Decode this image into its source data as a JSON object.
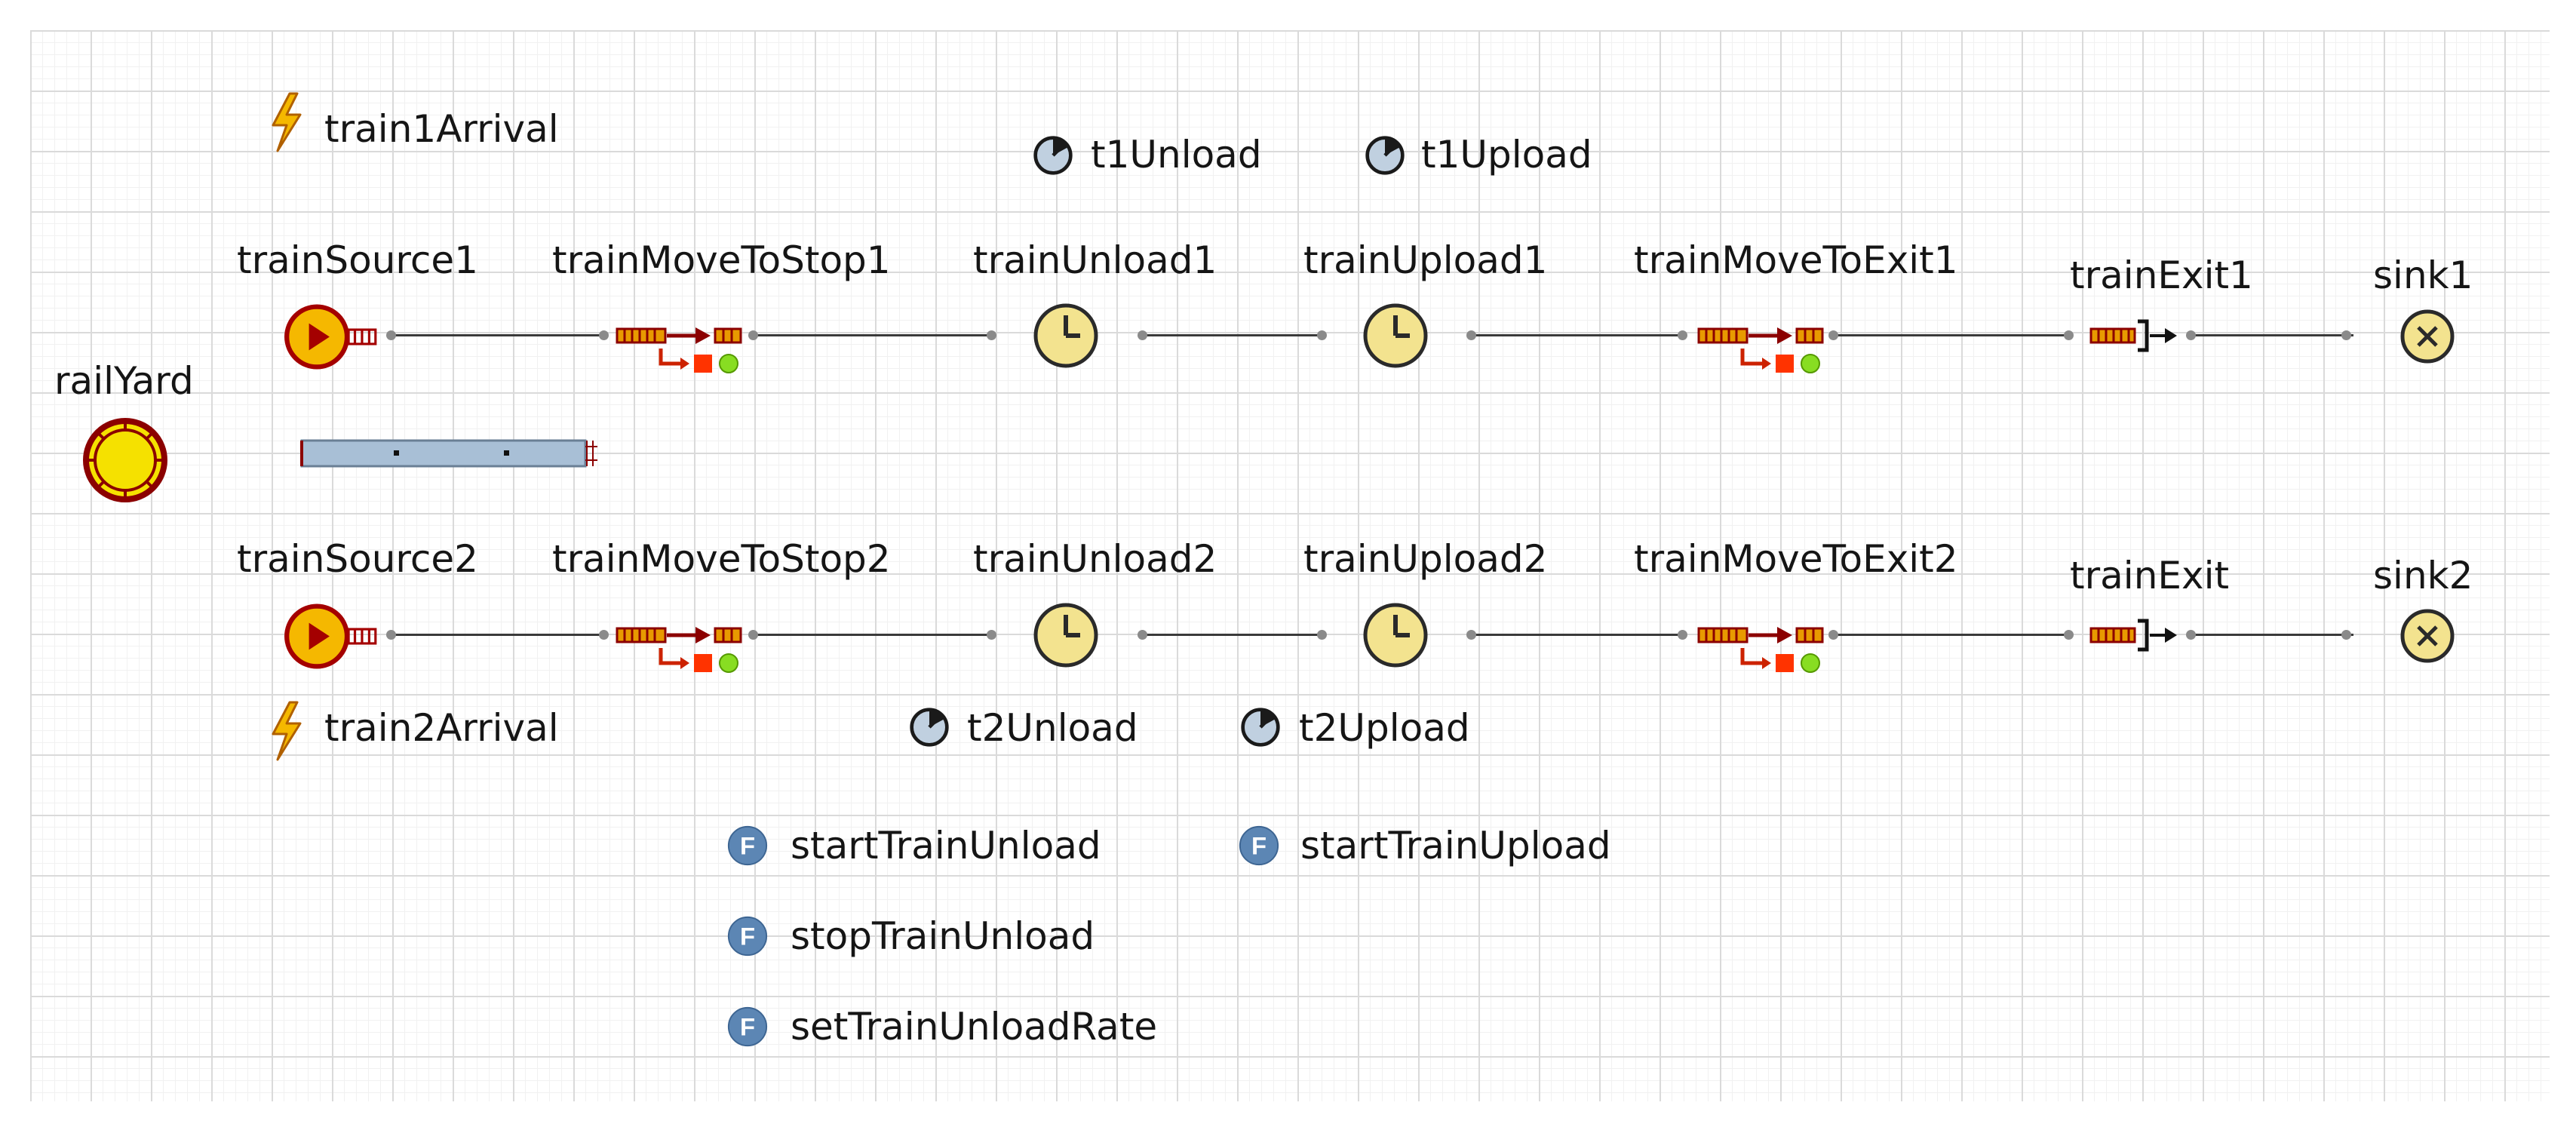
{
  "events": {
    "train1": {
      "label": "train1Arrival",
      "icon": "lightning-icon"
    },
    "train2": {
      "label": "train2Arrival",
      "icon": "lightning-icon"
    }
  },
  "dynamic_events": {
    "t1_unload": {
      "label": "t1Unload",
      "icon": "timer-icon"
    },
    "t1_upload": {
      "label": "t1Upload",
      "icon": "timer-icon"
    },
    "t2_unload": {
      "label": "t2Unload",
      "icon": "timer-icon"
    },
    "t2_upload": {
      "label": "t2Upload",
      "icon": "timer-icon"
    }
  },
  "rail_yard": {
    "label": "railYard",
    "icon": "rail-yard-icon"
  },
  "line1": {
    "source": "trainSource1",
    "move_to_stop": "trainMoveToStop1",
    "unload": "trainUnload1",
    "upload": "trainUpload1",
    "move_to_exit": "trainMoveToExit1",
    "exit": "trainExit1",
    "sink": "sink1"
  },
  "line2": {
    "source": "trainSource2",
    "move_to_stop": "trainMoveToStop2",
    "unload": "trainUnload2",
    "upload": "trainUpload2",
    "move_to_exit": "trainMoveToExit2",
    "exit": "trainExit",
    "sink": "sink2"
  },
  "functions": {
    "start_unload": "startTrainUnload",
    "start_upload": "startTrainUpload",
    "stop_unload": "stopTrainUnload",
    "set_rate": "setTrainUnloadRate"
  },
  "colors": {
    "source_fill": "#f5b800",
    "delay_fill": "#f3e38f",
    "rail_red": "#8b0000",
    "function_badge": "#5c86b4",
    "track_fill": "#a8bfd6"
  }
}
